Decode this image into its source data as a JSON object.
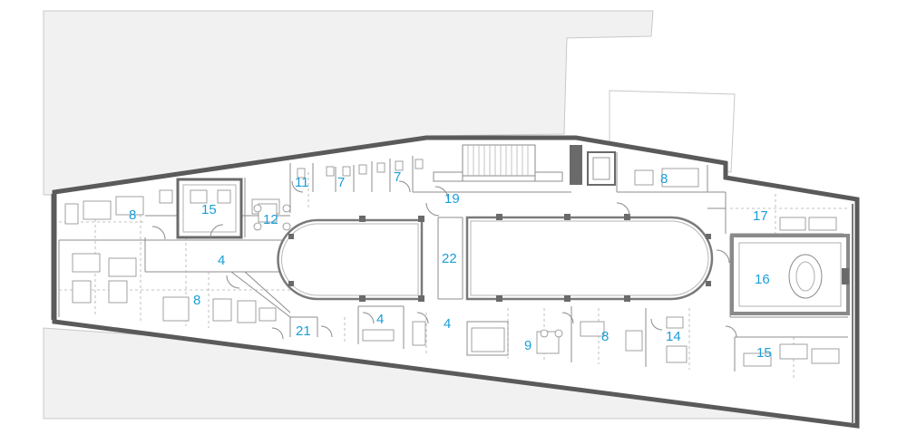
{
  "rooms": [
    {
      "label": "8"
    },
    {
      "label": "15"
    },
    {
      "label": "12"
    },
    {
      "label": "11"
    },
    {
      "label": "7"
    },
    {
      "label": "7"
    },
    {
      "label": "19"
    },
    {
      "label": "8"
    },
    {
      "label": "17"
    },
    {
      "label": "4"
    },
    {
      "label": "22"
    },
    {
      "label": "16"
    },
    {
      "label": "8"
    },
    {
      "label": "21"
    },
    {
      "label": "4"
    },
    {
      "label": "4"
    },
    {
      "label": "9"
    },
    {
      "label": "8"
    },
    {
      "label": "14"
    },
    {
      "label": "15"
    }
  ]
}
